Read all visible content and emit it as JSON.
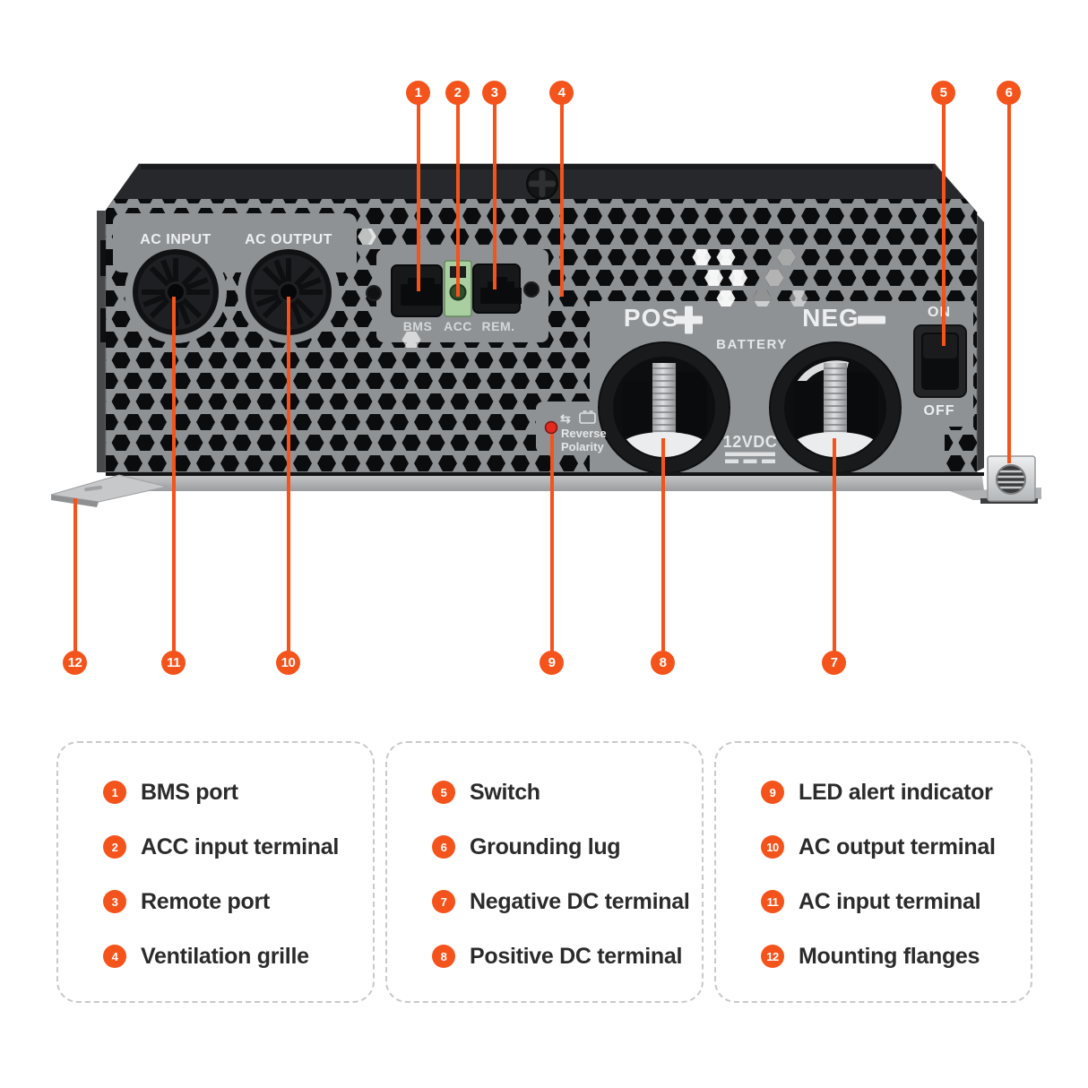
{
  "colors": {
    "accent": "#F5531C",
    "panel_face": "#8F9295",
    "panel_top": "#26282B",
    "perforation": "#0B0C0D",
    "label_light": "#ECEEEF",
    "led_red": "#E2291B",
    "legend_text": "#2B2B2B",
    "legend_border": "#C9C9C9"
  },
  "device": {
    "ac_input_label": "AC INPUT",
    "ac_output_label": "AC OUTPUT",
    "bms_label": "BMS",
    "acc_label": "ACC",
    "rem_label": "REM.",
    "pos_label": "POS",
    "neg_label": "NEG",
    "battery_label": "BATTERY",
    "dc_rating_label": "12VDC",
    "switch_on_label": "ON",
    "switch_off_label": "OFF",
    "reverse_icon_glyph": "⇆",
    "reverse_line1": "Reverse",
    "reverse_line2": "Polarity"
  },
  "callouts": {
    "top": [
      {
        "num": "1"
      },
      {
        "num": "2"
      },
      {
        "num": "3"
      },
      {
        "num": "4"
      },
      {
        "num": "5"
      },
      {
        "num": "6"
      }
    ],
    "bottom": [
      {
        "num": "12"
      },
      {
        "num": "11"
      },
      {
        "num": "10"
      },
      {
        "num": "9"
      },
      {
        "num": "8"
      },
      {
        "num": "7"
      }
    ]
  },
  "legend": {
    "boxes": [
      {
        "items": [
          {
            "num": "1",
            "label": "BMS port"
          },
          {
            "num": "2",
            "label": "ACC input terminal"
          },
          {
            "num": "3",
            "label": "Remote port"
          },
          {
            "num": "4",
            "label": "Ventilation grille"
          }
        ]
      },
      {
        "items": [
          {
            "num": "5",
            "label": "Switch"
          },
          {
            "num": "6",
            "label": "Grounding lug"
          },
          {
            "num": "7",
            "label": "Negative DC terminal"
          },
          {
            "num": "8",
            "label": "Positive DC terminal"
          }
        ]
      },
      {
        "items": [
          {
            "num": "9",
            "label": "LED alert indicator"
          },
          {
            "num": "10",
            "label": "AC output terminal"
          },
          {
            "num": "11",
            "label": "AC input terminal"
          },
          {
            "num": "12",
            "label": "Mounting flanges"
          }
        ]
      }
    ]
  }
}
